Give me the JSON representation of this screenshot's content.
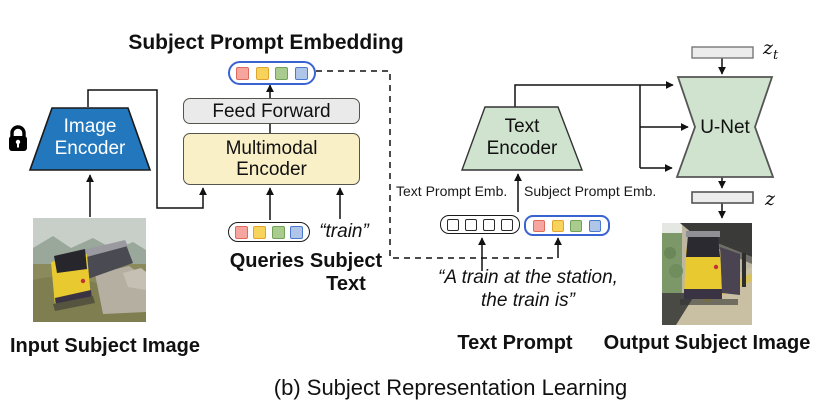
{
  "header": {
    "title": "Subject Prompt Embedding"
  },
  "caption": {
    "text": "(b) Subject Representation Learning"
  },
  "blocks": {
    "image_encoder": {
      "label": "Image Encoder"
    },
    "feed_forward": {
      "label": "Feed Forward"
    },
    "multimodal_encoder": {
      "label": "Multimodal Encoder"
    },
    "text_encoder": {
      "label": "Text Encoder"
    },
    "unet": {
      "label": "U-Net"
    }
  },
  "latents": {
    "zt_base": "z",
    "zt_sub": "t",
    "z": "z"
  },
  "inputs": {
    "input_image_label": "Input Subject Image",
    "queries_label": "Queries",
    "subject_text_label": "Subject Text",
    "subject_text_value": "“train”"
  },
  "embeddings": {
    "text_prompt_emb_label": "Text Prompt Emb.",
    "subject_prompt_emb_label": "Subject Prompt Emb."
  },
  "prompt": {
    "label": "Text Prompt",
    "line1": "“A train at the station,",
    "line2": "the train is”"
  },
  "output": {
    "label": "Output Subject Image"
  },
  "icons": {
    "lock": "lock-icon"
  },
  "tokens": {
    "count_colored": 4,
    "count_white": 4,
    "colors": [
      "#F6A69E",
      "#F8D35C",
      "#AACB8E",
      "#AFC6E8"
    ],
    "borders": [
      "#DD6A5B",
      "#DFA52F",
      "#6FA258",
      "#4C78CE"
    ]
  },
  "palette": {
    "image_encoder_fill": "#2277BD",
    "feed_forward_fill": "#EAEAEA",
    "multimodal_fill": "#FAF0C8",
    "encoder_green_fill": "#CFE3CE",
    "latent_bar_fill": "#ECECEC",
    "pill_border_blue": "#3A63D2"
  }
}
